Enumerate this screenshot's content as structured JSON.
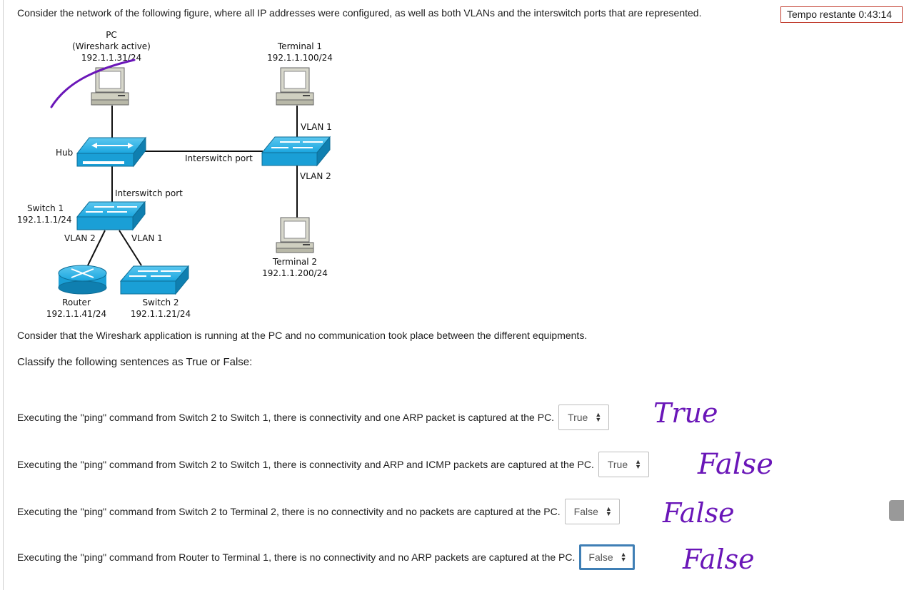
{
  "question": {
    "intro": "Consider the network of the following figure, where all IP addresses were configured, as well as both VLANs and the interswitch ports that are represented.",
    "timer": "Tempo restante 0:43:14",
    "context": "Consider that the Wireshark application is running at the PC and no communication took place between the different equipments.",
    "instruction": "Classify the following sentences as True or False:"
  },
  "diagram": {
    "pc": {
      "name": "PC",
      "note": "(Wireshark active)",
      "ip": "192.1.1.31/24"
    },
    "terminal1": {
      "name": "Terminal 1",
      "ip": "192.1.1.100/24"
    },
    "terminal2": {
      "name": "Terminal 2",
      "ip": "192.1.1.200/24"
    },
    "hub": {
      "name": "Hub"
    },
    "switch1": {
      "name": "Switch 1",
      "ip": "192.1.1.1/24"
    },
    "switch2": {
      "name": "Switch 2",
      "ip": "192.1.1.21/24"
    },
    "router": {
      "name": "Router",
      "ip": "192.1.1.41/24"
    },
    "links": {
      "hub_switch1": "Interswitch port",
      "hub_switch3": "Interswitch port",
      "t1_vlan": "VLAN 1",
      "t2_vlan": "VLAN 2",
      "router_vlan": "VLAN 2",
      "switch2_vlan": "VLAN 1"
    }
  },
  "statements": [
    {
      "text": "Executing the \"ping\" command from Switch 2 to Switch 1, there is connectivity and one ARP packet is captured at the PC.",
      "answer": "True",
      "handwritten": "True"
    },
    {
      "text": "Executing the \"ping\" command from Switch 2 to Switch 1, there is connectivity and ARP and ICMP packets are captured at the PC.",
      "answer": "True",
      "handwritten": "False"
    },
    {
      "text": "Executing the \"ping\" command from Switch 2 to Terminal 2, there is no connectivity and no packets are captured at the PC.",
      "answer": "False",
      "handwritten": "False"
    },
    {
      "text": "Executing the \"ping\" command from Router to Terminal 1, there is no connectivity and no ARP packets are captured at the PC.",
      "answer": "False",
      "handwritten": "False"
    }
  ],
  "colors": {
    "ink": "#6a16b8",
    "device": "#1aa6df",
    "focus": "#3f7fb5",
    "timer_border": "#c0392b"
  }
}
